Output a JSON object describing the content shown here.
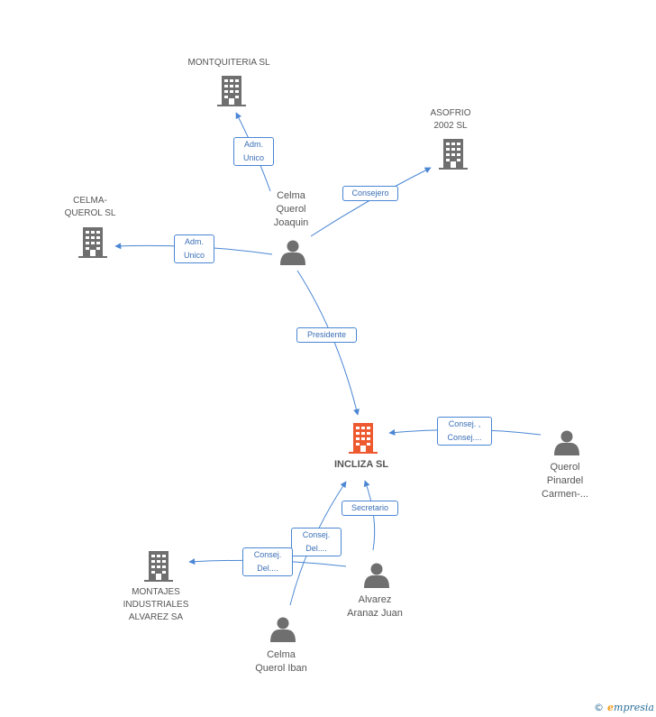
{
  "colors": {
    "edge": "#4a86d4",
    "company": "#6f6f6f",
    "focus_company": "#ee5a30",
    "person": "#6f6f6f"
  },
  "nodes": {
    "montquiteria": {
      "label": "MONTQUITERIA SL"
    },
    "asofrio": {
      "label": "ASOFRIO\n2002 SL"
    },
    "celma_querol_sl": {
      "label": "CELMA-\nQUEROL SL"
    },
    "celma_joaquin": {
      "label": "Celma\nQuerol\nJoaquin"
    },
    "incliza": {
      "label": "INCLIZA SL"
    },
    "querol_pinardel": {
      "label": "Querol\nPinardel\nCarmen-..."
    },
    "montajes": {
      "label": "MONTAJES\nINDUSTRIALES\nALVAREZ SA"
    },
    "alvarez_juan": {
      "label": "Alvarez\nAranaz Juan"
    },
    "celma_iban": {
      "label": "Celma\nQuerol Iban"
    }
  },
  "edges": {
    "e1": {
      "label": "Adm.\nUnico"
    },
    "e2": {
      "label": "Consejero"
    },
    "e3": {
      "label": "Adm.\nUnico"
    },
    "e4": {
      "label": "Presidente"
    },
    "e5": {
      "label": "Consej. ,\nConsej...."
    },
    "e6": {
      "label": "Secretario"
    },
    "e7": {
      "label": "Consej.\nDel...."
    },
    "e8": {
      "label": "Consej.\nDel...."
    }
  },
  "footer": {
    "copyright": "©",
    "brand_initial": "e",
    "brand_rest": "mpresia"
  }
}
